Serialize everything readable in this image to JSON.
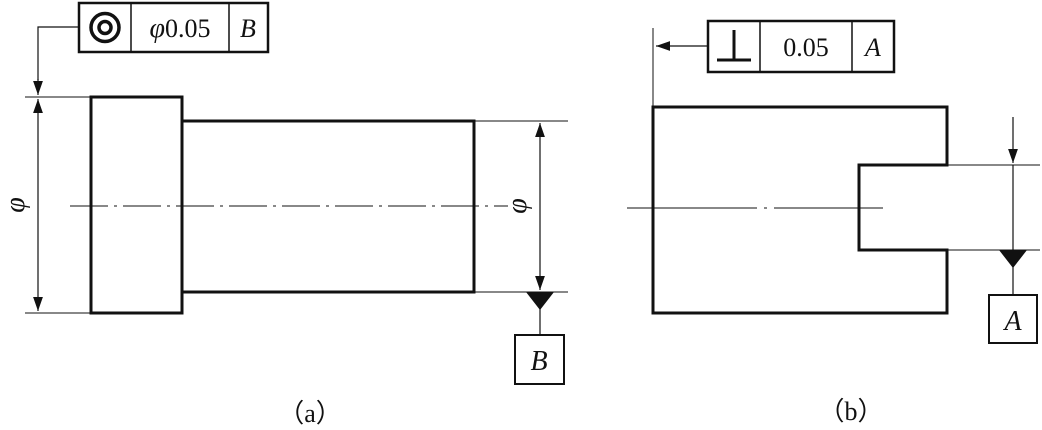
{
  "figure_a": {
    "caption": "（a）",
    "feature_control_frame": {
      "symbol": "concentricity-icon",
      "tolerance_prefix": "φ",
      "tolerance_value": "0.05",
      "datum": "B"
    },
    "dimension_left": "φ",
    "dimension_right": "φ",
    "datum_label": "B"
  },
  "figure_b": {
    "caption": "（b）",
    "feature_control_frame": {
      "symbol": "perpendicularity-icon",
      "symbol_glyph": "⊥",
      "tolerance_value": "0.05",
      "datum": "A"
    },
    "datum_label": "A"
  },
  "colors": {
    "line": "#111111",
    "background": "#ffffff"
  }
}
